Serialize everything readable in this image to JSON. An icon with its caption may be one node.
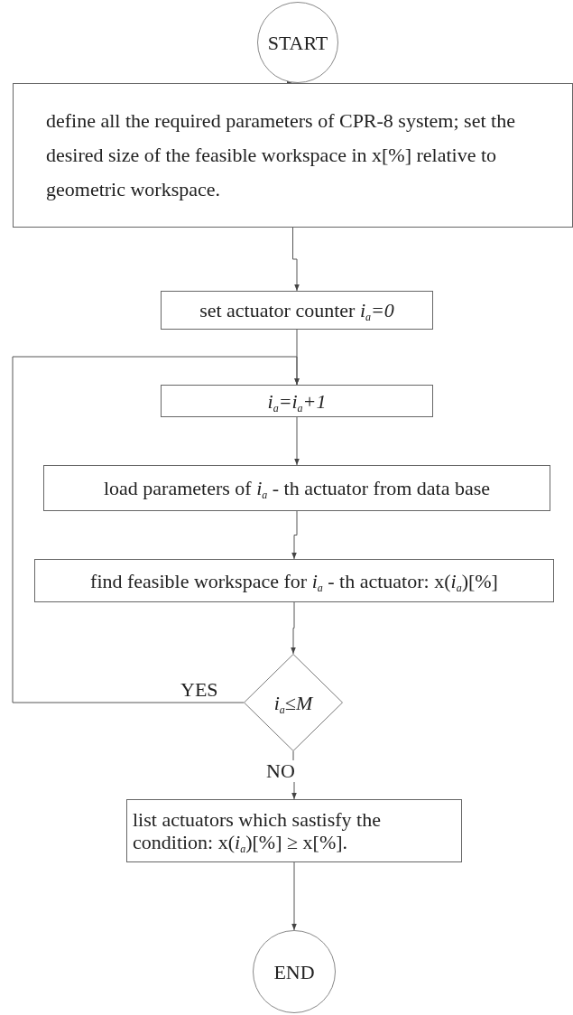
{
  "diagram": {
    "nodes": [
      {
        "text": [
          "START"
        ]
      },
      {
        "text": [
          "define all the required parameters of CPR-8 system; set the desired size of the feasible workspace in x[%] relative to geometric workspace."
        ]
      },
      {
        "text": [
          "set actuator counter *i*$_{a}$*=0*"
        ]
      },
      {
        "text": [
          "i$_{a}$=i$_{a}$+1"
        ]
      },
      {
        "text": [
          "load parameters of  *i*$_{a}$ - th actuator from data base"
        ]
      },
      {
        "text": [
          "find feasible workspace for *i*$_{a}$ - th actuator: x(*i*$_{a}$)[%]"
        ]
      },
      {
        "text": [
          "i$_{a}$≤M"
        ]
      },
      {
        "text": [
          "list actuators which sastisfy the condition: x(*i*$_{a}$)[%] ≥ x[%]."
        ]
      },
      {
        "text": [
          "END"
        ]
      }
    ],
    "edges": [
      {
        "from": 0,
        "to": 1,
        "arrow": "to"
      },
      {
        "from": 1,
        "to": 2,
        "arrow": "to"
      },
      {
        "from": 2,
        "to": 3,
        "arrow": "to"
      },
      {
        "from": 3,
        "to": 4,
        "arrow": "to"
      },
      {
        "from": 4,
        "to": 5,
        "arrow": "to"
      },
      {
        "from": 5,
        "to": 6,
        "arrow": "to"
      },
      {
        "from": 6,
        "to": 3,
        "arrow": "to",
        "label": "YES"
      },
      {
        "from": 6,
        "to": 7,
        "arrow": "to",
        "label": "NO"
      },
      {
        "from": 7,
        "to": 8,
        "arrow": "to"
      }
    ]
  }
}
